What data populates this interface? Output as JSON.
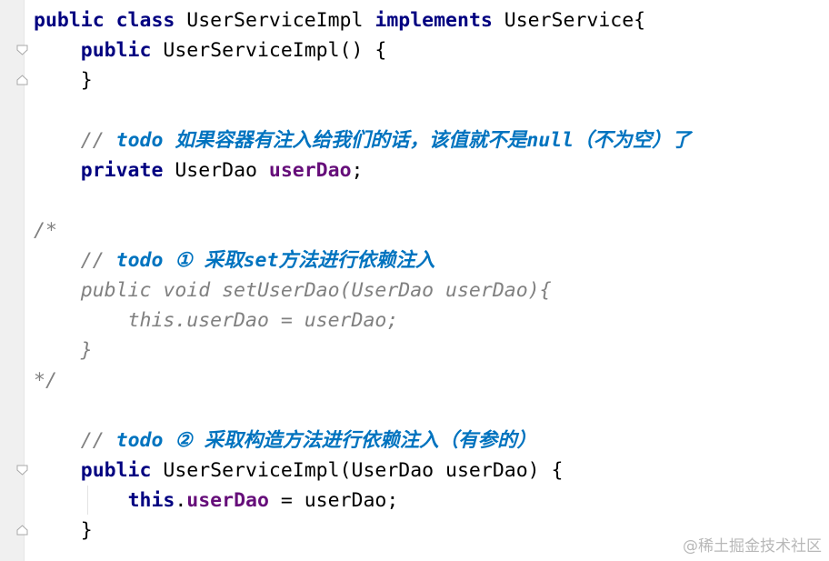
{
  "lines": [
    {
      "indent": "",
      "parts": [
        {
          "cls": "kw",
          "text": "public class "
        },
        {
          "cls": "",
          "text": "UserServiceImpl "
        },
        {
          "cls": "kw",
          "text": "implements "
        },
        {
          "cls": "",
          "text": "UserService{"
        }
      ]
    },
    {
      "indent": "    ",
      "parts": [
        {
          "cls": "kw",
          "text": "public "
        },
        {
          "cls": "",
          "text": "UserServiceImpl() {"
        }
      ]
    },
    {
      "indent": "    ",
      "parts": [
        {
          "cls": "",
          "text": "}"
        }
      ]
    },
    {
      "indent": "",
      "parts": []
    },
    {
      "indent": "    ",
      "parts": [
        {
          "cls": "todo-slash",
          "text": "// "
        },
        {
          "cls": "todo",
          "text": "todo 如果容器有注入给我们的话，该值就不是null（不为空）了"
        }
      ]
    },
    {
      "indent": "    ",
      "parts": [
        {
          "cls": "kw",
          "text": "private "
        },
        {
          "cls": "",
          "text": "UserDao "
        },
        {
          "cls": "field",
          "text": "userDao"
        },
        {
          "cls": "",
          "text": ";"
        }
      ]
    },
    {
      "indent": "",
      "parts": []
    },
    {
      "indent": "",
      "parts": [
        {
          "cls": "cm",
          "text": "/*"
        }
      ]
    },
    {
      "indent": "    ",
      "parts": [
        {
          "cls": "todo-slash",
          "text": "// "
        },
        {
          "cls": "todo",
          "text": "todo ① 采取set方法进行依赖注入"
        }
      ]
    },
    {
      "indent": "    ",
      "parts": [
        {
          "cls": "cm",
          "text": "public void setUserDao(UserDao userDao){"
        }
      ]
    },
    {
      "indent": "        ",
      "parts": [
        {
          "cls": "cm",
          "text": "this.userDao = userDao;"
        }
      ]
    },
    {
      "indent": "    ",
      "parts": [
        {
          "cls": "cm",
          "text": "}"
        }
      ]
    },
    {
      "indent": "",
      "parts": [
        {
          "cls": "cm",
          "text": "*/"
        }
      ]
    },
    {
      "indent": "",
      "parts": []
    },
    {
      "indent": "    ",
      "parts": [
        {
          "cls": "todo-slash",
          "text": "// "
        },
        {
          "cls": "todo",
          "text": "todo ② 采取构造方法进行依赖注入（有参的）"
        }
      ]
    },
    {
      "indent": "    ",
      "parts": [
        {
          "cls": "kw",
          "text": "public "
        },
        {
          "cls": "",
          "text": "UserServiceImpl(UserDao userDao) {"
        }
      ]
    },
    {
      "indent": "        ",
      "parts": [
        {
          "cls": "kw",
          "text": "this"
        },
        {
          "cls": "",
          "text": "."
        },
        {
          "cls": "field",
          "text": "userDao"
        },
        {
          "cls": "",
          "text": " = userDao;"
        }
      ]
    },
    {
      "indent": "    ",
      "parts": [
        {
          "cls": "",
          "text": "}"
        }
      ]
    }
  ],
  "fold_markers": [
    "open",
    "close",
    "open",
    "close"
  ],
  "watermark": "@稀土掘金技术社区"
}
